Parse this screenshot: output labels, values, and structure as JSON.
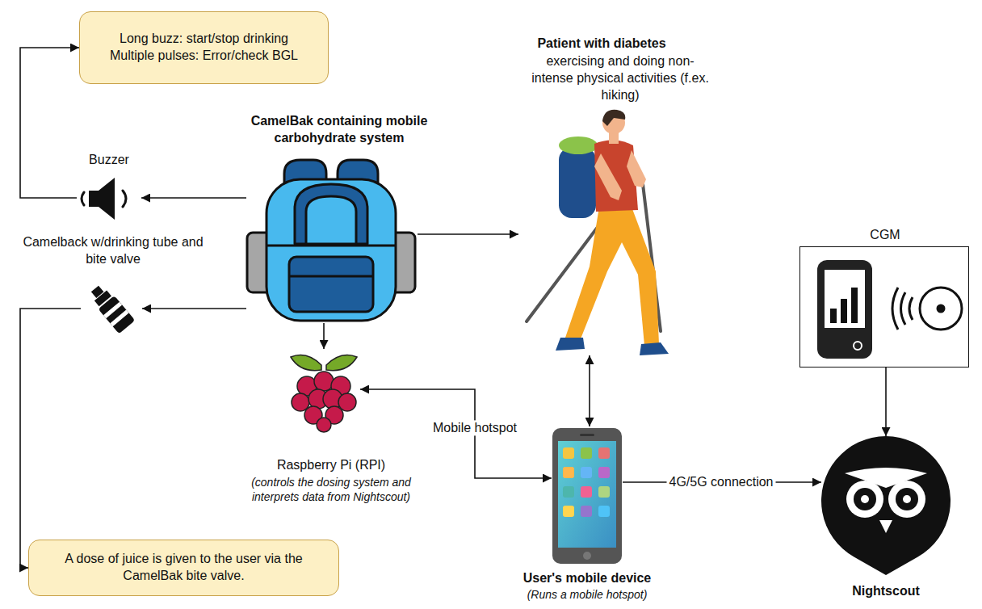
{
  "diagram": {
    "nodes": [
      {
        "text": [
          "Long buzz: start/stop drinking",
          "Multiple pulses: Error/check BGL"
        ]
      },
      {
        "text": [
          "CamelBak containing mobile carbohydrate system"
        ]
      },
      {
        "text": [
          "Patient with diabetes",
          "exercising and doing non-intense physical activities (f.ex. hiking)"
        ]
      },
      {
        "text": [
          "Buzzer"
        ]
      },
      {
        "text": [
          "Camelback w/drinking tube and bite valve"
        ]
      },
      {
        "text": [
          "CGM"
        ]
      },
      {
        "text": [
          "Raspberry Pi (RPI)",
          "(controls the dosing system and interprets data from Nightscout)"
        ]
      },
      {
        "text": [
          "User's mobile device",
          "(Runs a mobile hotspot)"
        ]
      },
      {
        "text": [
          "A dose of juice is given to the user via the CamelBak bite valve."
        ]
      },
      {
        "text": [
          "Nightscout"
        ]
      }
    ],
    "edges": [
      {
        "from": 1,
        "to": 3,
        "arrow": "to"
      },
      {
        "from": 3,
        "to": 0,
        "arrow": "to"
      },
      {
        "from": 1,
        "to": 4,
        "arrow": "to"
      },
      {
        "from": 4,
        "to": 8,
        "arrow": "to"
      },
      {
        "from": 1,
        "to": 2,
        "arrow": "to"
      },
      {
        "from": 1,
        "to": 6,
        "arrow": "to"
      },
      {
        "from": 6,
        "to": 7,
        "label": "Mobile hotspot",
        "arrow": "both"
      },
      {
        "from": 2,
        "to": 7,
        "arrow": "both"
      },
      {
        "from": 7,
        "to": 9,
        "label": "4G/5G connection",
        "arrow": "to"
      },
      {
        "from": 5,
        "to": 9,
        "arrow": "to"
      }
    ]
  }
}
